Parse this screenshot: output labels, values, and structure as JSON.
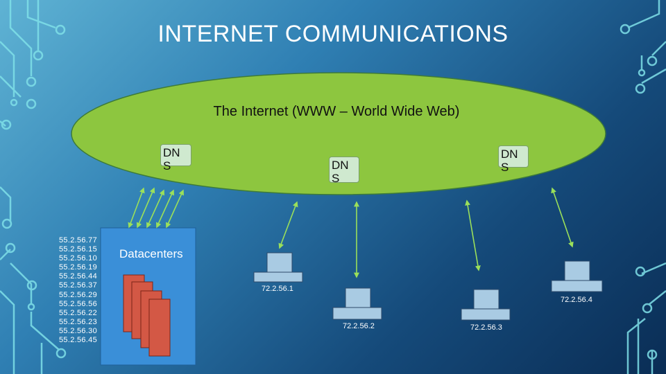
{
  "title": "INTERNET COMMUNICATIONS",
  "internet_label": "The Internet  (WWW – World Wide Web)",
  "dns_nodes": [
    {
      "label": "DN S"
    },
    {
      "label": "DN S"
    },
    {
      "label": "DN S"
    }
  ],
  "datacenter": {
    "label": "Datacenters",
    "ips": [
      "55.2.56.77",
      "55.2.56.15",
      "55.2.56.10",
      "55.2.56.19",
      "55.2.56.44",
      "55.2.56.37",
      "55.2.56.29",
      "55.2.56.56",
      "55.2.56.22",
      "55.2.56.23",
      "55.2.56.30",
      "55.2.56.45"
    ]
  },
  "hosts": [
    {
      "ip": "72.2.56.1"
    },
    {
      "ip": "72.2.56.2"
    },
    {
      "ip": "72.2.56.3"
    },
    {
      "ip": "72.2.56.4"
    }
  ],
  "colors": {
    "oval_fill": "#8dc63f",
    "datacenter_fill": "#3a8fd8",
    "server_fill": "#d35845",
    "host_fill": "#a9cbe3",
    "arrow": "#9be05a",
    "circuit": "#7fe0e8"
  }
}
